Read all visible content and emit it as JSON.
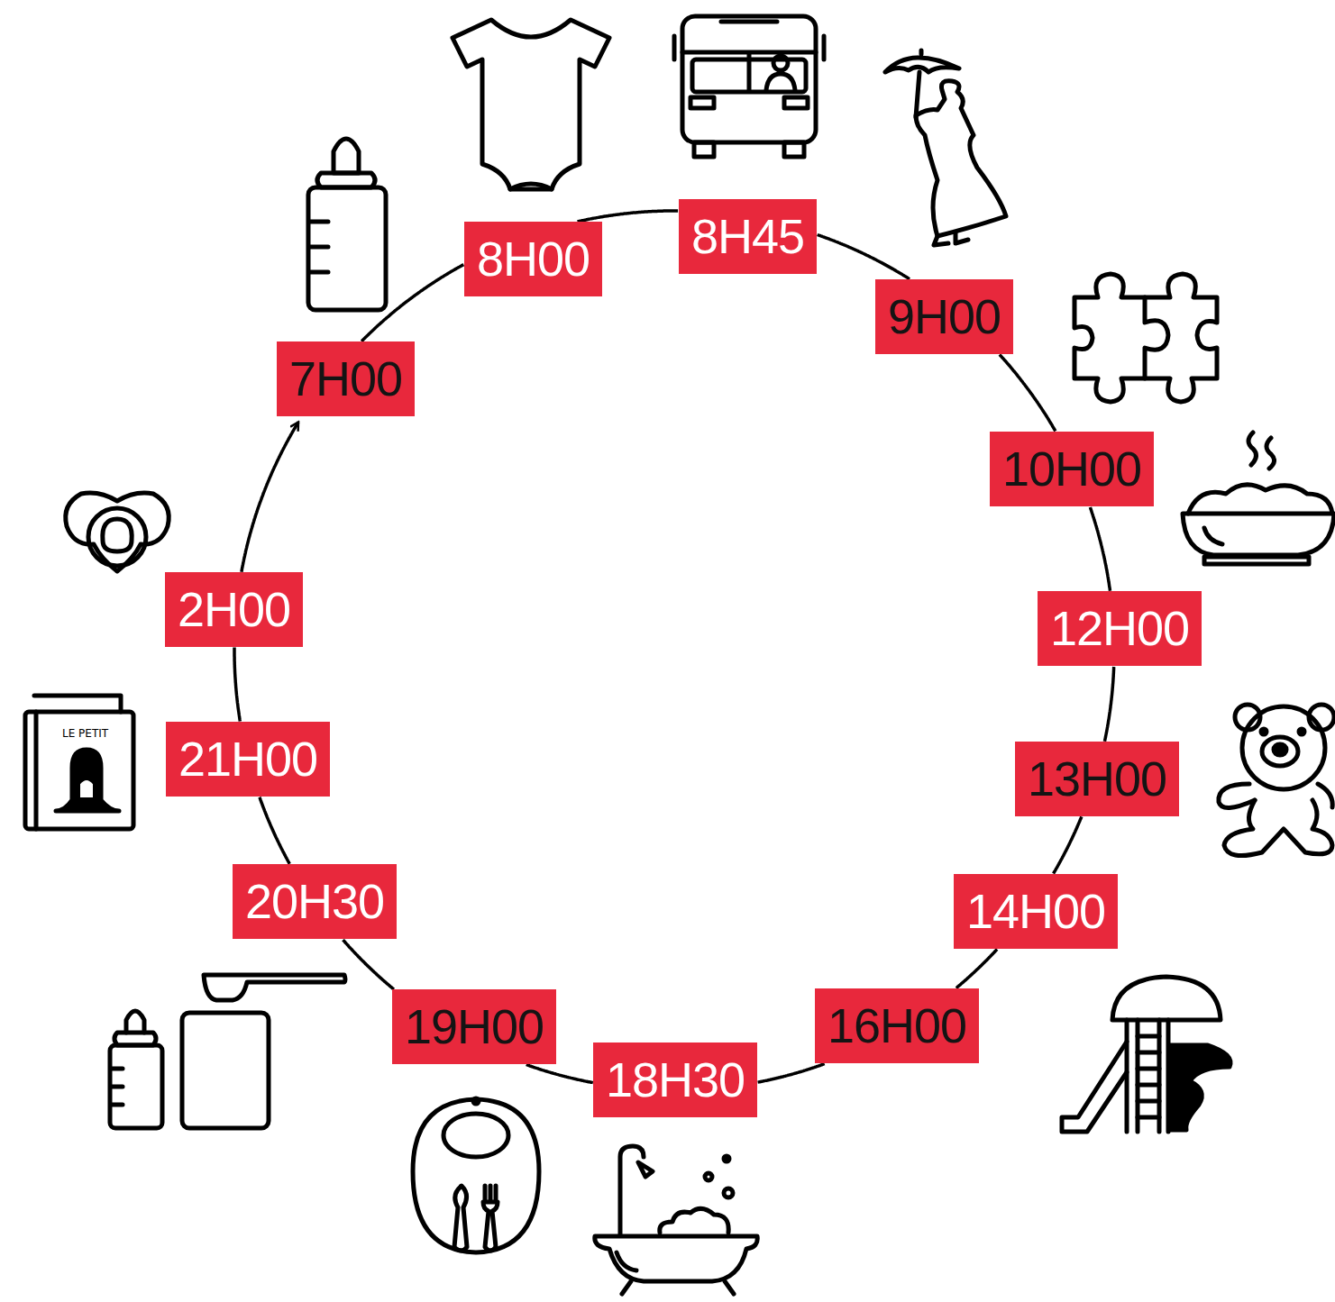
{
  "diagram": {
    "nodes": [
      {
        "text": [
          "7H00"
        ]
      },
      {
        "text": [
          "8H00"
        ]
      },
      {
        "text": [
          "8H45"
        ]
      },
      {
        "text": [
          "9H00"
        ]
      },
      {
        "text": [
          "10H00"
        ]
      },
      {
        "text": [
          "12H00"
        ]
      },
      {
        "text": [
          "13H00"
        ]
      },
      {
        "text": [
          "14H00"
        ]
      },
      {
        "text": [
          "16H00"
        ]
      },
      {
        "text": [
          "18H30"
        ]
      },
      {
        "text": [
          "19H00"
        ]
      },
      {
        "text": [
          "20H30"
        ]
      },
      {
        "text": [
          "21H00"
        ]
      },
      {
        "text": [
          "2H00"
        ]
      }
    ],
    "edges": [
      {
        "from": 0,
        "to": 1,
        "arrow": "none"
      },
      {
        "from": 1,
        "to": 2,
        "arrow": "none"
      },
      {
        "from": 2,
        "to": 3,
        "arrow": "none"
      },
      {
        "from": 3,
        "to": 4,
        "arrow": "none"
      },
      {
        "from": 4,
        "to": 5,
        "arrow": "none"
      },
      {
        "from": 5,
        "to": 6,
        "arrow": "none"
      },
      {
        "from": 6,
        "to": 7,
        "arrow": "none"
      },
      {
        "from": 7,
        "to": 8,
        "arrow": "none"
      },
      {
        "from": 8,
        "to": 9,
        "arrow": "none"
      },
      {
        "from": 9,
        "to": 10,
        "arrow": "none"
      },
      {
        "from": 10,
        "to": 11,
        "arrow": "none"
      },
      {
        "from": 11,
        "to": 12,
        "arrow": "none"
      },
      {
        "from": 12,
        "to": 13,
        "arrow": "none"
      },
      {
        "from": 13,
        "to": 0,
        "arrow": "to"
      }
    ],
    "labels": [
      "LE PETIT"
    ]
  }
}
